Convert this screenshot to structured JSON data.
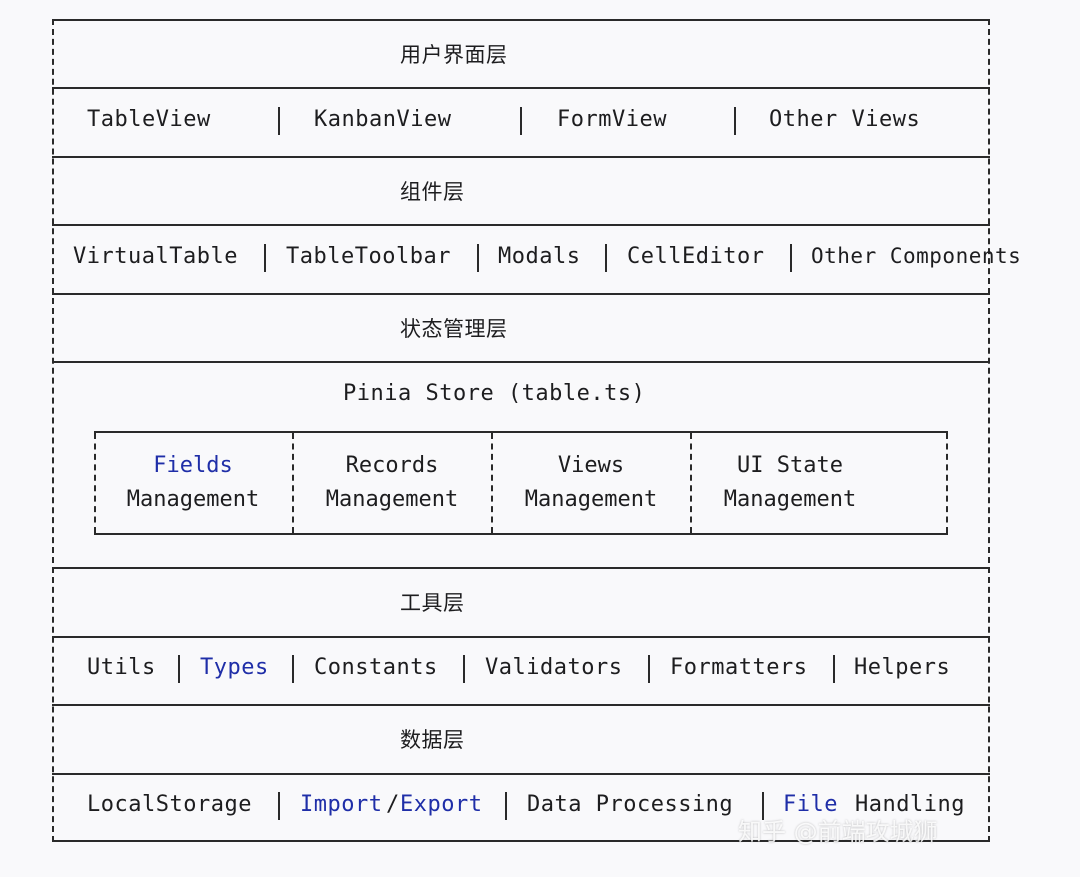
{
  "layers": {
    "ui": {
      "title": "用户界面层",
      "items": [
        "TableView",
        "KanbanView",
        "FormView",
        "Other Views"
      ]
    },
    "components": {
      "title": "组件层",
      "items": [
        "VirtualTable",
        "TableToolbar",
        "Modals",
        "CellEditor",
        "Other Components"
      ]
    },
    "state": {
      "title": "状态管理层",
      "store": "Pinia Store (table.ts)",
      "modules": [
        {
          "line1": "Fields",
          "line2": "Management"
        },
        {
          "line1": "Records",
          "line2": "Management"
        },
        {
          "line1": "Views",
          "line2": "Management"
        },
        {
          "line1": "UI State",
          "line2": "Management"
        }
      ]
    },
    "tools": {
      "title": "工具层",
      "items": [
        "Utils",
        "Types",
        "Constants",
        "Validators",
        "Formatters",
        "Helpers"
      ]
    },
    "data": {
      "title": "数据层",
      "items": [
        "LocalStorage",
        "Import",
        "/",
        "Export",
        "Data Processing",
        "File",
        "Handling"
      ]
    }
  },
  "watermark": "知乎 @前端攻城狮"
}
